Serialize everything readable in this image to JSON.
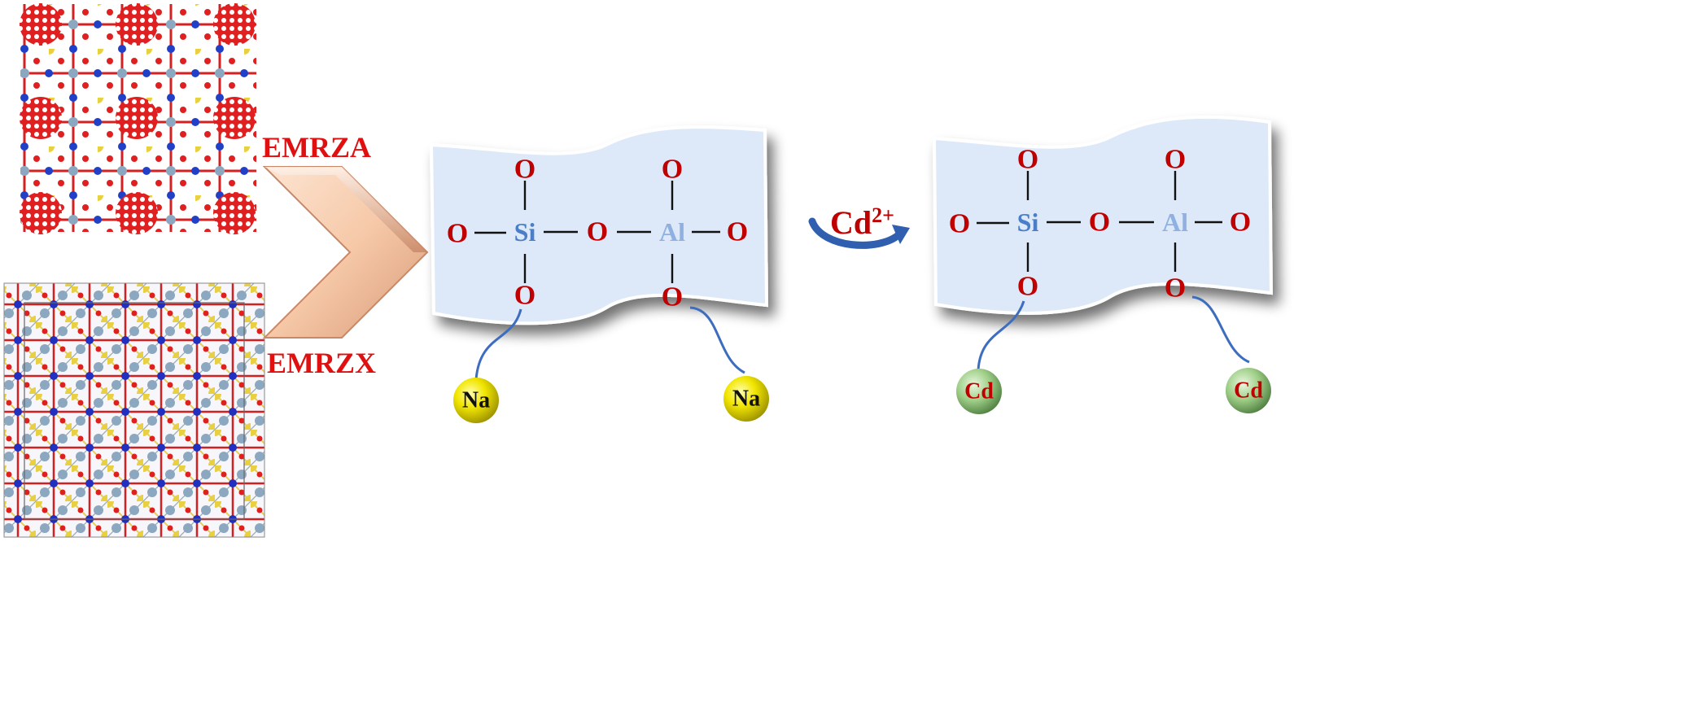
{
  "structures": {
    "top_label": "EMRZA",
    "bottom_label": "EMRZX"
  },
  "framework_before": {
    "atoms": {
      "o": "O",
      "si": "Si",
      "al": "Al"
    },
    "cation": "Na",
    "cation_color": "#f2e600"
  },
  "exchange": {
    "ion_base": "Cd",
    "ion_charge": "2+"
  },
  "framework_after": {
    "atoms": {
      "o": "O",
      "si": "Si",
      "al": "Al"
    },
    "cation": "Cd",
    "cation_color": "#8fbf7a"
  },
  "colors": {
    "label_red": "#e01010",
    "oxygen": "#c00000",
    "silicon": "#4a7ec8",
    "aluminium": "#8fb0e0",
    "sheet": "#dde9f8",
    "tether": "#3d6dbf"
  }
}
